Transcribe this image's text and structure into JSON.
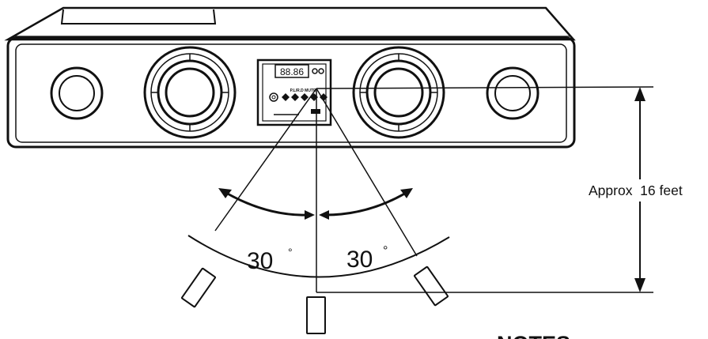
{
  "colors": {
    "ink": "#111111",
    "background": "#ffffff"
  },
  "display": {
    "readout": "88.86",
    "buttons_label": "P.L/R.D  MUTE"
  },
  "angles": {
    "left": "30",
    "right": "30",
    "unit": "°"
  },
  "distance": {
    "label": "Approx  16 feet"
  },
  "notes": {
    "heading": "NOTES:"
  }
}
